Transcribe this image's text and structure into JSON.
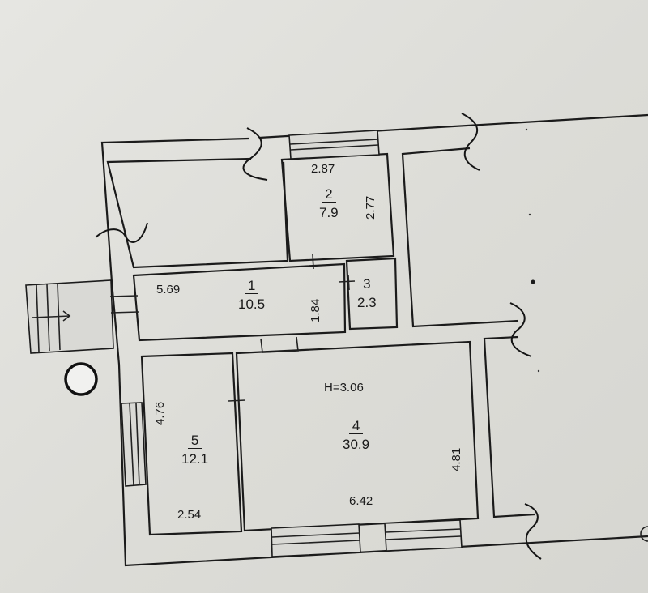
{
  "plan": {
    "ceiling_height": "H=3.06",
    "rooms": [
      {
        "number": "1",
        "area": "10.5",
        "length": "5.69",
        "width": "1.84"
      },
      {
        "number": "2",
        "area": "7.9",
        "length": "2.87",
        "width": "2.77"
      },
      {
        "number": "3",
        "area": "2.3"
      },
      {
        "number": "4",
        "area": "30.9",
        "length": "6.42",
        "width": "4.81"
      },
      {
        "number": "5",
        "area": "12.1",
        "length": "2.54",
        "width": "4.76"
      }
    ]
  }
}
